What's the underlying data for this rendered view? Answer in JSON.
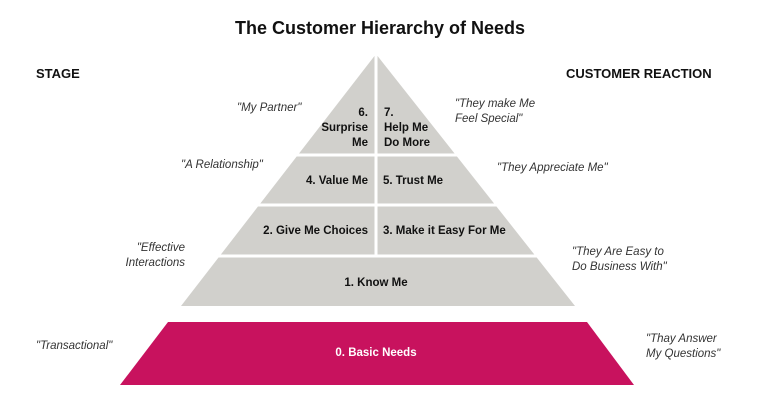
{
  "title": "The Customer Hierarchy of Needs",
  "headers": {
    "stage": "STAGE",
    "reaction": "CUSTOMER REACTION"
  },
  "colors": {
    "pyramid": "#D1D0CC",
    "base": "#C8125E"
  },
  "levels": {
    "l6": "6.\nSurprise\nMe",
    "l7": "7.\nHelp Me\nDo More",
    "l4": "4. Value Me",
    "l5": "5. Trust Me",
    "l2": "2. Give Me Choices",
    "l3": "3. Make it Easy For Me",
    "l1": "1. Know Me",
    "l0": "0. Basic Needs"
  },
  "stages": {
    "partner": "\"My Partner\"",
    "relationship": "\"A Relationship\"",
    "effective": "\"Effective\nInteractions",
    "transactional": "\"Transactional\""
  },
  "reactions": {
    "special": "\"They make Me\nFeel Special\"",
    "appreciate": "\"They Appreciate Me\"",
    "easy": "\"They Are Easy to\nDo Business With\"",
    "answer": "\"Thay Answer\nMy Questions\""
  }
}
